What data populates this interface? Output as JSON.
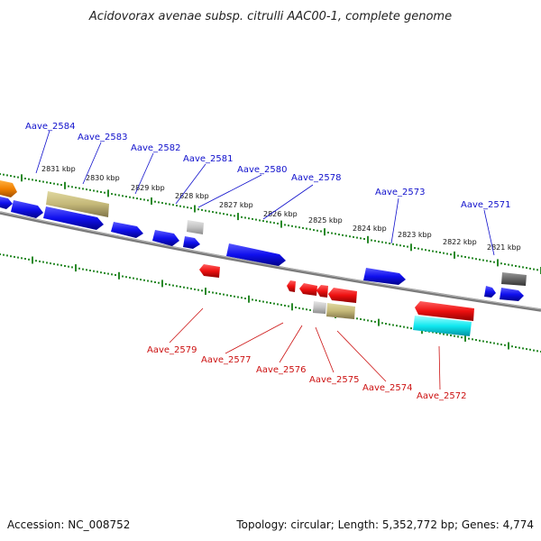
{
  "title": "Acidovorax avenae subsp. citrulli AAC00-1, complete genome",
  "footer": {
    "accession": "Accession: NC_008752",
    "summary": "Topology: circular; Length: 5,352,772 bp; Genes: 4,774"
  },
  "colors": {
    "forward_label": "#1010cc",
    "reverse_label": "#cc1010",
    "tick": "#2a8a2a",
    "backbone": "#808080"
  },
  "kbp_ticks": [
    "2831 kbp",
    "2830 kbp",
    "2829 kbp",
    "2828 kbp",
    "2827 kbp",
    "2826 kbp",
    "2825 kbp",
    "2824 kbp",
    "2823 kbp",
    "2822 kbp",
    "2821 kbp"
  ],
  "forward_genes": [
    "Aave_2584",
    "Aave_2583",
    "Aave_2582",
    "Aave_2581",
    "Aave_2580",
    "Aave_2578",
    "Aave_2573",
    "Aave_2571"
  ],
  "reverse_genes": [
    "Aave_2579",
    "Aave_2577",
    "Aave_2576",
    "Aave_2575",
    "Aave_2574",
    "Aave_2572"
  ]
}
